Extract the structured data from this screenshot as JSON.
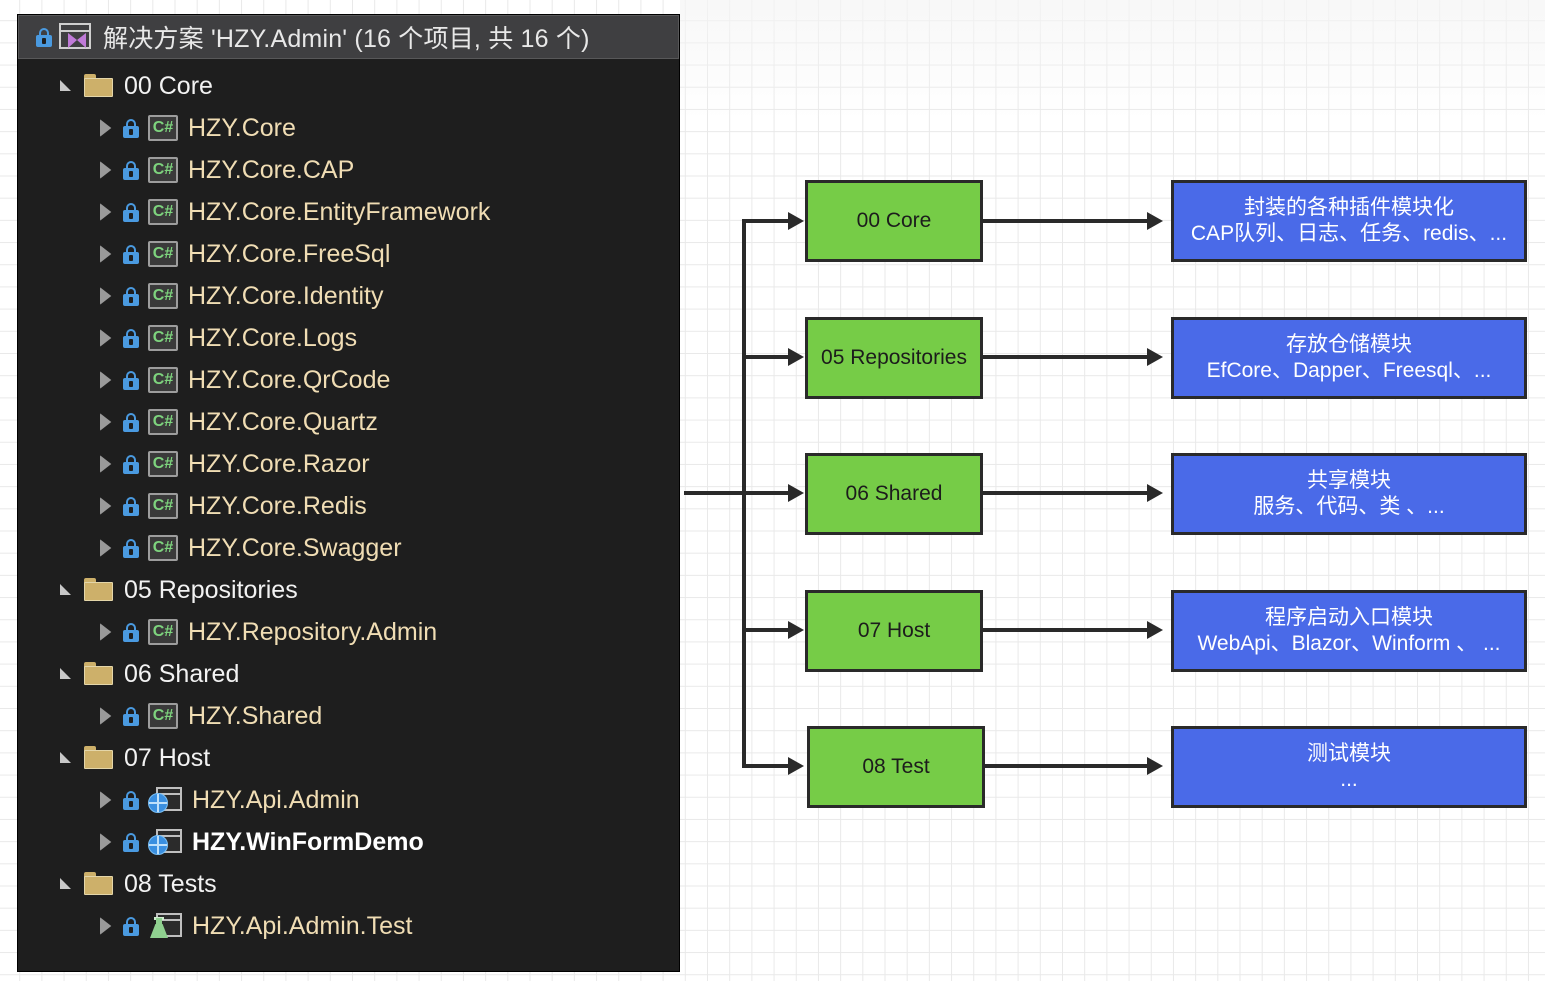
{
  "explorer": {
    "header": {
      "lock_icon": "lock-icon",
      "solution_icon": "visual-studio-solution-icon",
      "title": "解决方案 'HZY.Admin' (16 个项目, 共 16 个)"
    },
    "nodes": [
      {
        "depth": 1,
        "kind": "folder",
        "expander": "expanded",
        "icon": "folder-icon",
        "label": "00 Core"
      },
      {
        "depth": 2,
        "kind": "project",
        "expander": "collapsed",
        "icon": "csharp-project-icon",
        "label": "HZY.Core"
      },
      {
        "depth": 2,
        "kind": "project",
        "expander": "collapsed",
        "icon": "csharp-project-icon",
        "label": "HZY.Core.CAP"
      },
      {
        "depth": 2,
        "kind": "project",
        "expander": "collapsed",
        "icon": "csharp-project-icon",
        "label": "HZY.Core.EntityFramework"
      },
      {
        "depth": 2,
        "kind": "project",
        "expander": "collapsed",
        "icon": "csharp-project-icon",
        "label": "HZY.Core.FreeSql"
      },
      {
        "depth": 2,
        "kind": "project",
        "expander": "collapsed",
        "icon": "csharp-project-icon",
        "label": "HZY.Core.Identity"
      },
      {
        "depth": 2,
        "kind": "project",
        "expander": "collapsed",
        "icon": "csharp-project-icon",
        "label": "HZY.Core.Logs"
      },
      {
        "depth": 2,
        "kind": "project",
        "expander": "collapsed",
        "icon": "csharp-project-icon",
        "label": "HZY.Core.QrCode"
      },
      {
        "depth": 2,
        "kind": "project",
        "expander": "collapsed",
        "icon": "csharp-project-icon",
        "label": "HZY.Core.Quartz"
      },
      {
        "depth": 2,
        "kind": "project",
        "expander": "collapsed",
        "icon": "csharp-project-icon",
        "label": "HZY.Core.Razor"
      },
      {
        "depth": 2,
        "kind": "project",
        "expander": "collapsed",
        "icon": "csharp-project-icon",
        "label": "HZY.Core.Redis"
      },
      {
        "depth": 2,
        "kind": "project",
        "expander": "collapsed",
        "icon": "csharp-project-icon",
        "label": "HZY.Core.Swagger"
      },
      {
        "depth": 1,
        "kind": "folder",
        "expander": "expanded",
        "icon": "folder-icon",
        "label": "05 Repositories"
      },
      {
        "depth": 2,
        "kind": "project",
        "expander": "collapsed",
        "icon": "csharp-project-icon",
        "label": "HZY.Repository.Admin"
      },
      {
        "depth": 1,
        "kind": "folder",
        "expander": "expanded",
        "icon": "folder-icon",
        "label": "06 Shared"
      },
      {
        "depth": 2,
        "kind": "project",
        "expander": "collapsed",
        "icon": "csharp-project-icon",
        "label": "HZY.Shared"
      },
      {
        "depth": 1,
        "kind": "folder",
        "expander": "expanded",
        "icon": "folder-icon",
        "label": "07 Host"
      },
      {
        "depth": 2,
        "kind": "project",
        "expander": "collapsed",
        "icon": "web-project-icon",
        "label": "HZY.Api.Admin"
      },
      {
        "depth": 2,
        "kind": "project",
        "expander": "collapsed",
        "icon": "web-project-icon",
        "label": "HZY.WinFormDemo",
        "bold": true
      },
      {
        "depth": 1,
        "kind": "folder",
        "expander": "expanded",
        "icon": "folder-icon",
        "label": "08 Tests"
      },
      {
        "depth": 2,
        "kind": "project",
        "expander": "collapsed",
        "icon": "test-project-icon",
        "label": "HZY.Api.Admin.Test"
      }
    ]
  },
  "diagram": {
    "colors": {
      "green": "#76cc47",
      "blue": "#4a6ae8",
      "stroke": "#2a2a2a",
      "grid": "#e9e9e9"
    },
    "rows": [
      {
        "source": {
          "label": "00 Core"
        },
        "target": {
          "line1": "封装的各种插件模块化",
          "line2": "CAP队列、日志、任务、redis、..."
        }
      },
      {
        "source": {
          "label": "05 Repositories"
        },
        "target": {
          "line1": "存放仓储模块",
          "line2": "EfCore、Dapper、Freesql、..."
        }
      },
      {
        "source": {
          "label": "06 Shared"
        },
        "target": {
          "line1": "共享模块",
          "line2": "服务、代码、类 、..."
        }
      },
      {
        "source": {
          "label": "07 Host"
        },
        "target": {
          "line1": "程序启动入口模块",
          "line2": "WebApi、Blazor、Winform 、 ..."
        }
      },
      {
        "source": {
          "label": "08 Test"
        },
        "target": {
          "line1": "测试模块",
          "line2": "..."
        }
      }
    ]
  }
}
